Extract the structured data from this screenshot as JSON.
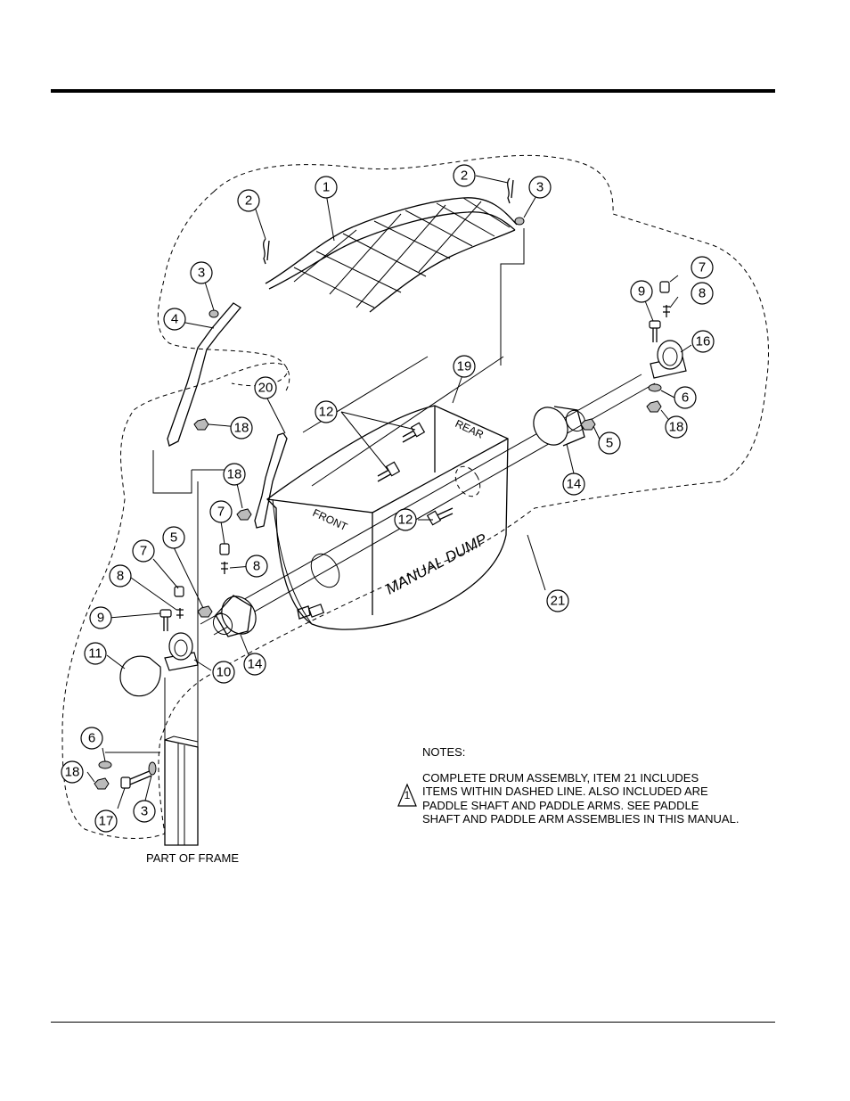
{
  "notes": {
    "title": "NOTES:",
    "marker": "1",
    "lines": [
      "COMPLETE DRUM ASSEMBLY, ITEM 21 INCLUDES",
      "ITEMS WITHIN DASHED LINE. ALSO INCLUDED ARE",
      "PADDLE SHAFT AND PADDLE ARMS. SEE PADDLE",
      "SHAFT AND PADDLE  ARM ASSEMBLIES IN THIS MANUAL."
    ]
  },
  "frame_label": "PART OF FRAME",
  "drum_labels": {
    "front": "FRONT",
    "rear": "REAR",
    "side": "MANUAL DUMP"
  },
  "callouts": [
    {
      "id": "c1",
      "label": "1"
    },
    {
      "id": "c2a",
      "label": "2"
    },
    {
      "id": "c2b",
      "label": "2"
    },
    {
      "id": "c3a",
      "label": "3"
    },
    {
      "id": "c3b",
      "label": "3"
    },
    {
      "id": "c3c",
      "label": "3"
    },
    {
      "id": "c4",
      "label": "4"
    },
    {
      "id": "c5a",
      "label": "5"
    },
    {
      "id": "c5b",
      "label": "5"
    },
    {
      "id": "c6a",
      "label": "6"
    },
    {
      "id": "c6b",
      "label": "6"
    },
    {
      "id": "c7a",
      "label": "7"
    },
    {
      "id": "c7b",
      "label": "7"
    },
    {
      "id": "c7c",
      "label": "7"
    },
    {
      "id": "c8a",
      "label": "8"
    },
    {
      "id": "c8b",
      "label": "8"
    },
    {
      "id": "c8c",
      "label": "8"
    },
    {
      "id": "c9a",
      "label": "9"
    },
    {
      "id": "c9b",
      "label": "9"
    },
    {
      "id": "c10",
      "label": "10"
    },
    {
      "id": "c11",
      "label": "11"
    },
    {
      "id": "c12a",
      "label": "12"
    },
    {
      "id": "c12b",
      "label": "12"
    },
    {
      "id": "c14a",
      "label": "14"
    },
    {
      "id": "c14b",
      "label": "14"
    },
    {
      "id": "c16",
      "label": "16"
    },
    {
      "id": "c17",
      "label": "17"
    },
    {
      "id": "c18a",
      "label": "18"
    },
    {
      "id": "c18b",
      "label": "18"
    },
    {
      "id": "c18c",
      "label": "18"
    },
    {
      "id": "c18d",
      "label": "18"
    },
    {
      "id": "c19",
      "label": "19"
    },
    {
      "id": "c20",
      "label": "20"
    },
    {
      "id": "c21",
      "label": "21"
    }
  ]
}
